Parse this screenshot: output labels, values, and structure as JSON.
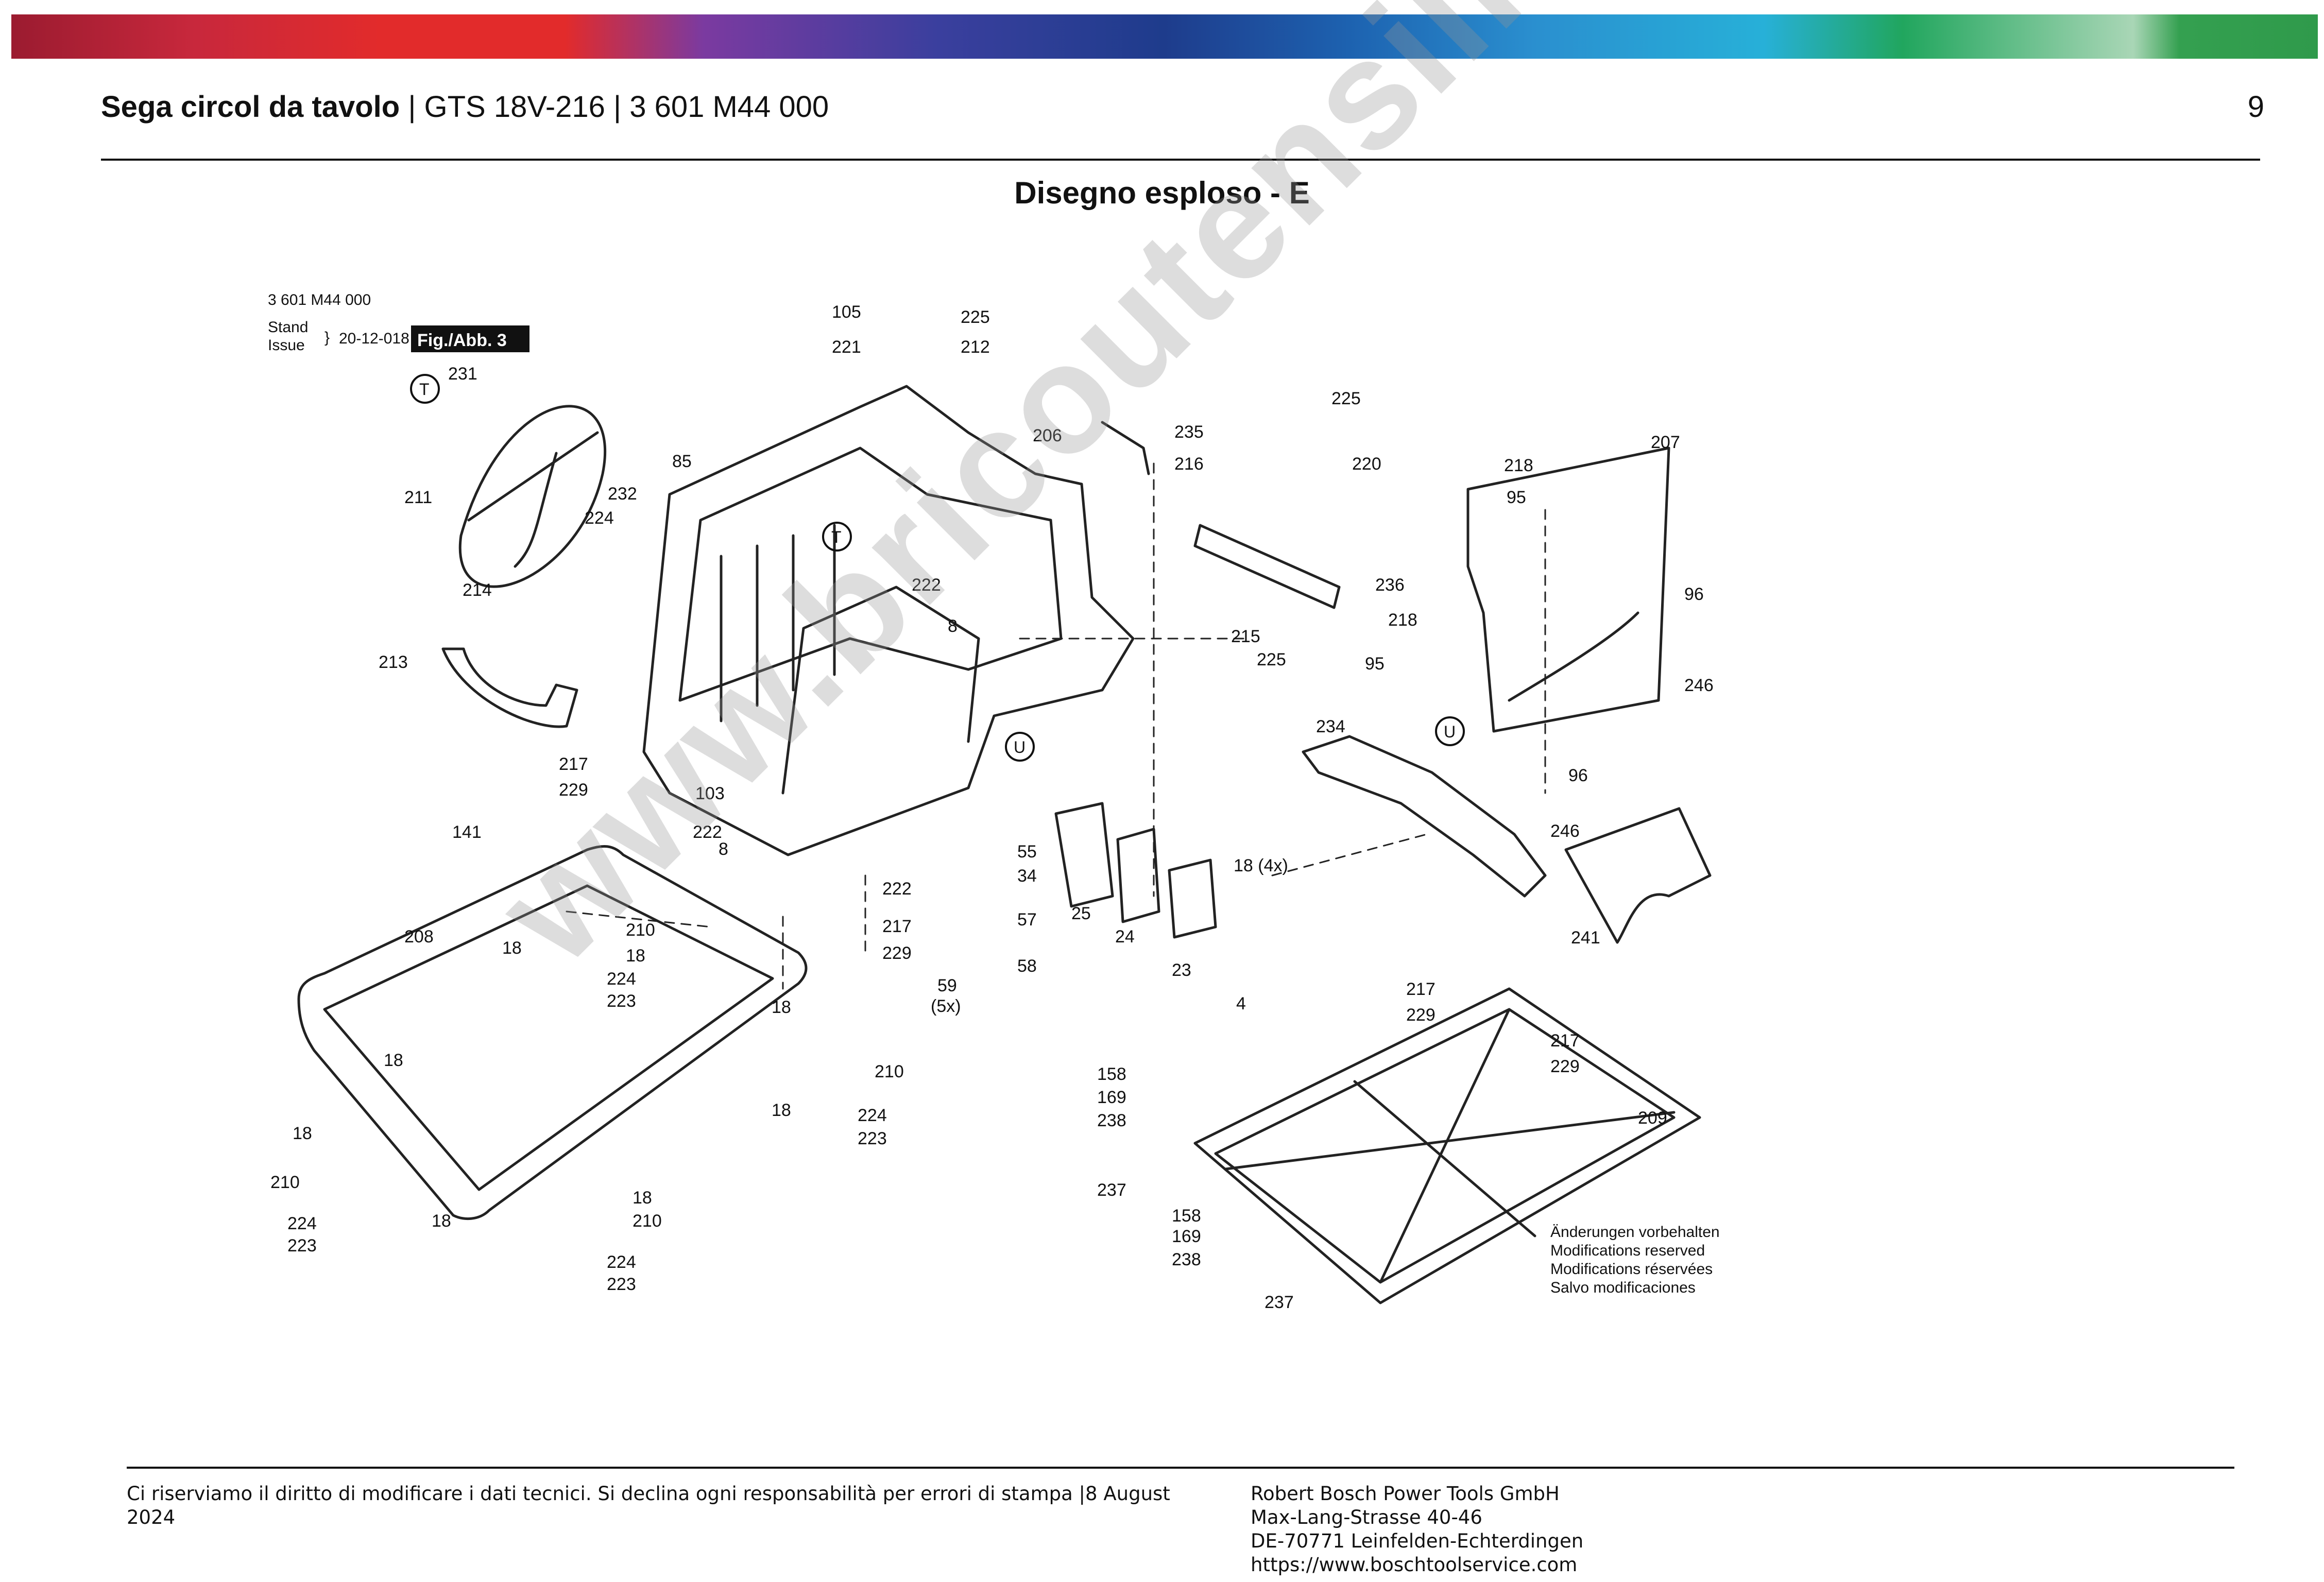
{
  "header": {
    "title_bold": "Sega circol da tavolo",
    "title_rest": " | GTS 18V-216 | 3 601 M44 000",
    "page_number": "9"
  },
  "diagram_title": "Disegno esploso - E",
  "drawing": {
    "part_number": "3 601 M44 000",
    "stand_label": "Stand",
    "issue_label": "Issue",
    "date": "20-12-018",
    "fig_label": "Fig./Abb. 3",
    "notes": [
      "Änderungen vorbehalten",
      "Modifications reserved",
      "Modifications réservées",
      "Salvo modificaciones"
    ],
    "callouts": [
      "105",
      "225",
      "221",
      "212",
      "231",
      "211",
      "232",
      "224",
      "85",
      "206",
      "235",
      "216",
      "225",
      "220",
      "218",
      "95",
      "207",
      "222",
      "236",
      "218",
      "96",
      "215",
      "225",
      "95",
      "246",
      "214",
      "213",
      "8",
      "234",
      "96",
      "246",
      "217",
      "229",
      "103",
      "222",
      "8",
      "141",
      "55",
      "34",
      "18 (4x)",
      "222",
      "25",
      "24",
      "23",
      "4",
      "217",
      "57",
      "229",
      "59",
      "(5x)",
      "58",
      "241",
      "208",
      "18",
      "210",
      "18",
      "224",
      "223",
      "18",
      "18",
      "210",
      "18",
      "224",
      "223",
      "217",
      "229",
      "217",
      "229",
      "209",
      "158",
      "169",
      "238",
      "237",
      "158",
      "169",
      "238",
      "237",
      "18",
      "210",
      "224",
      "223",
      "18",
      "18",
      "210",
      "224",
      "223"
    ],
    "markers": [
      "T",
      "T",
      "U",
      "U"
    ]
  },
  "watermark": "www.bricoutensili.com",
  "footer": {
    "left": "Ci riserviamo il diritto di modificare i dati tecnici. Si declina ogni responsabilità per errori di stampa |8 August 2024",
    "right": [
      "Robert Bosch Power Tools GmbH",
      "Max-Lang-Strasse 40-46",
      "DE-70771 Leinfelden-Echterdingen",
      "https://www.boschtoolservice.com"
    ]
  },
  "colors": {
    "band": [
      "#9b1b30",
      "#c8283c",
      "#e22b2b",
      "#7b3aa0",
      "#3b3f9e",
      "#1e3c8c",
      "#1d62b0",
      "#2a8fcf",
      "#27b0d8",
      "#21a65e",
      "#34a050"
    ]
  }
}
